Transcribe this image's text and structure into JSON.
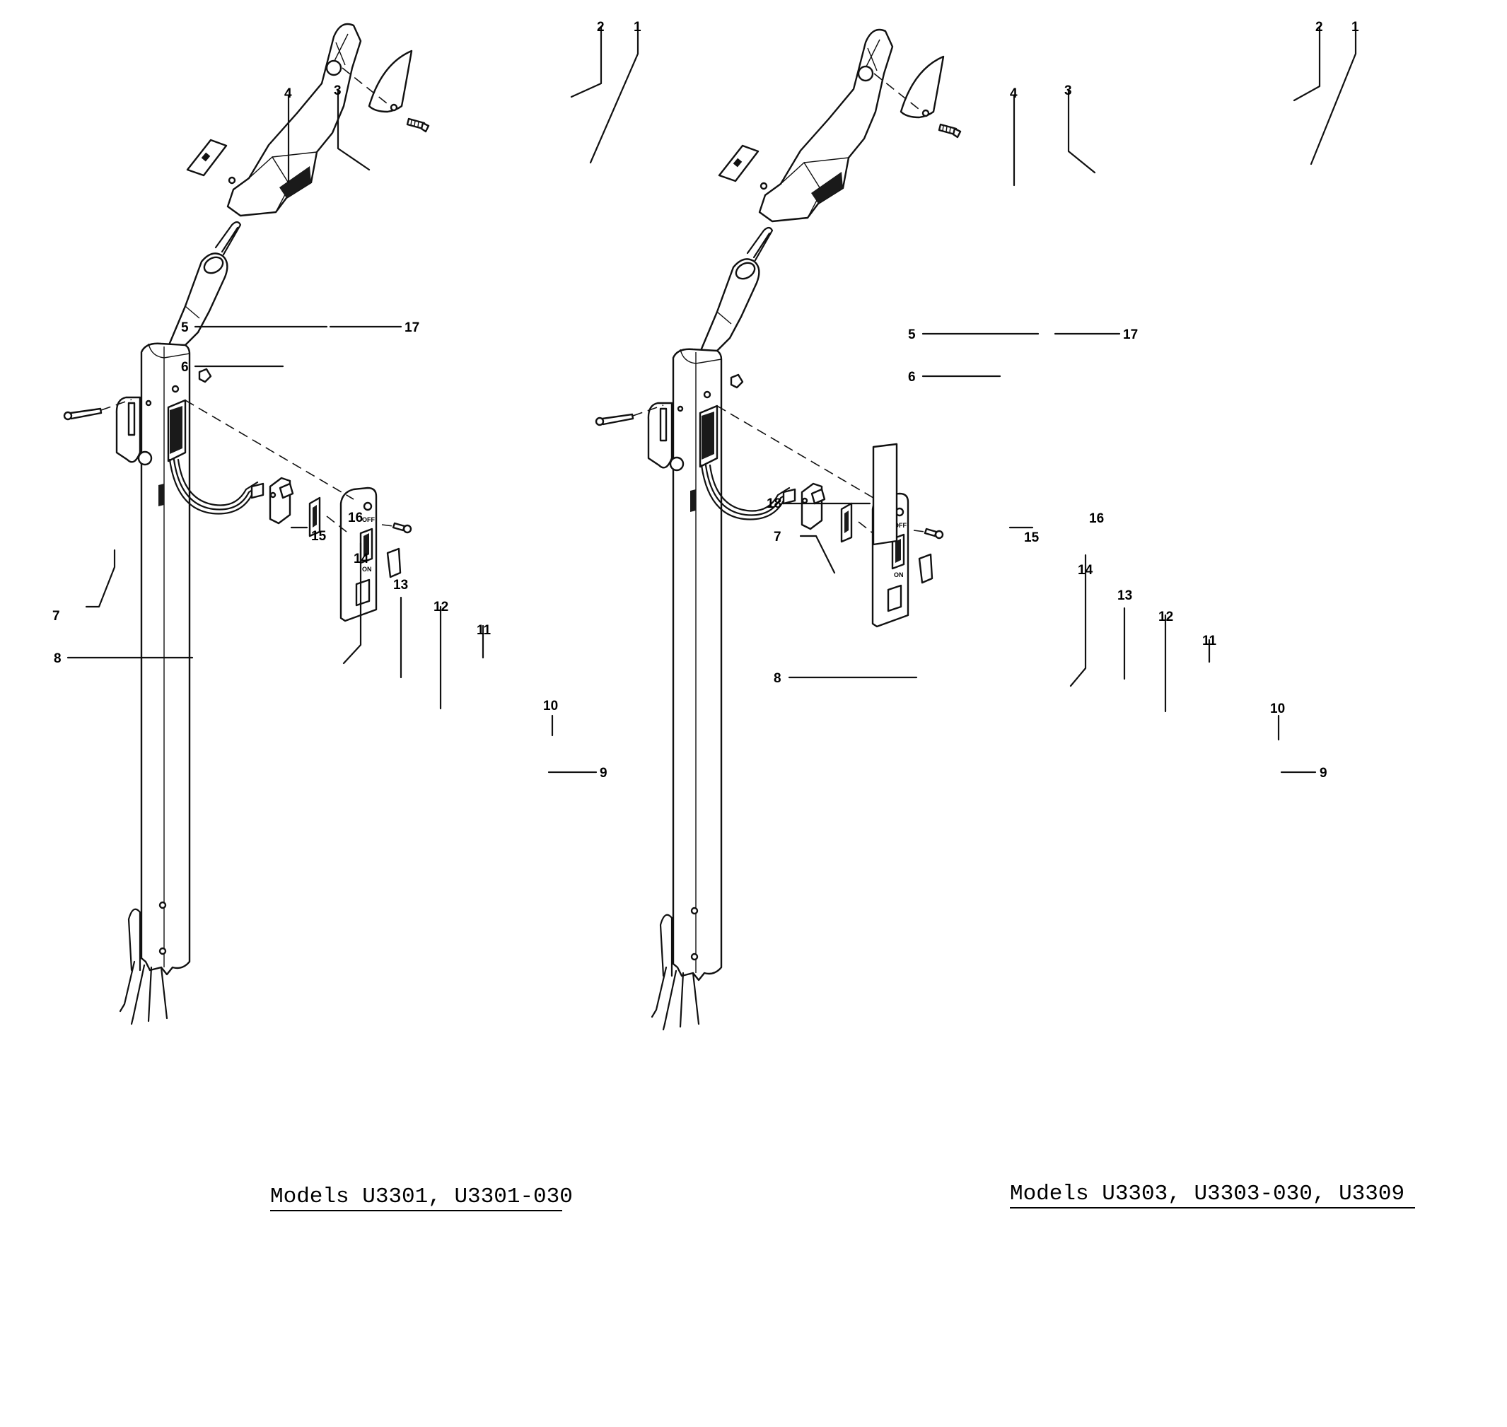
{
  "callout_labels": [
    "1",
    "2",
    "3",
    "4",
    "5",
    "6",
    "7",
    "8",
    "9",
    "10",
    "11",
    "12",
    "13",
    "14",
    "15",
    "16",
    "17",
    "18"
  ],
  "switch_plate_text": {
    "off": "OFF",
    "on": "ON"
  },
  "left_diagram": {
    "caption": "Models U3301, U3301-030"
  },
  "right_diagram": {
    "caption": "Models U3303, U3303-030, U3309"
  }
}
